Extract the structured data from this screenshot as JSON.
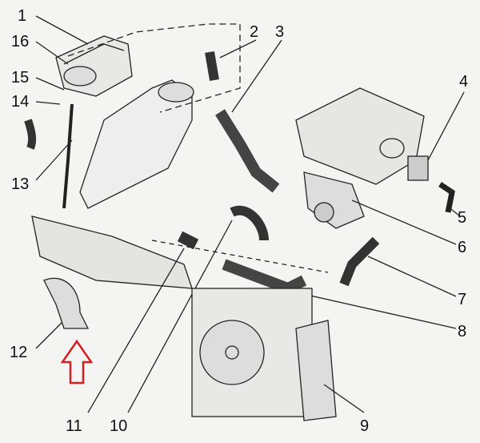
{
  "diagram": {
    "part_labels": {
      "p1": "1",
      "p2": "2",
      "p3": "3",
      "p4": "4",
      "p5": "5",
      "p6": "6",
      "p7": "7",
      "p8": "8",
      "p9": "9",
      "p10": "10",
      "p11": "11",
      "p12": "12",
      "p13": "13",
      "p14": "14",
      "p15": "15",
      "p16": "16"
    },
    "colors": {
      "line": "#222222",
      "highlight_arrow": "#d42020",
      "background": "#f4f4f2"
    }
  }
}
